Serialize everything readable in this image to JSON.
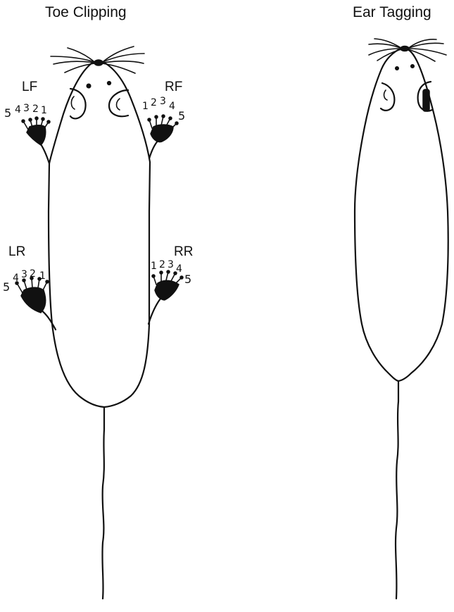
{
  "titles": {
    "toe_clipping": "Toe Clipping",
    "ear_tagging": "Ear Tagging"
  },
  "legs": {
    "left_front": "LF",
    "right_front": "RF",
    "left_rear": "LR",
    "right_rear": "RR"
  },
  "digits": {
    "lf": [
      "5",
      "4",
      "3",
      "2",
      "1"
    ],
    "rf": [
      "1",
      "2",
      "3",
      "4",
      "5"
    ],
    "lr": [
      "5",
      "4",
      "3",
      "2",
      "1"
    ],
    "rr": [
      "1",
      "2",
      "3",
      "4",
      "5"
    ]
  },
  "colors": {
    "ink": "#111111",
    "background": "#ffffff"
  }
}
